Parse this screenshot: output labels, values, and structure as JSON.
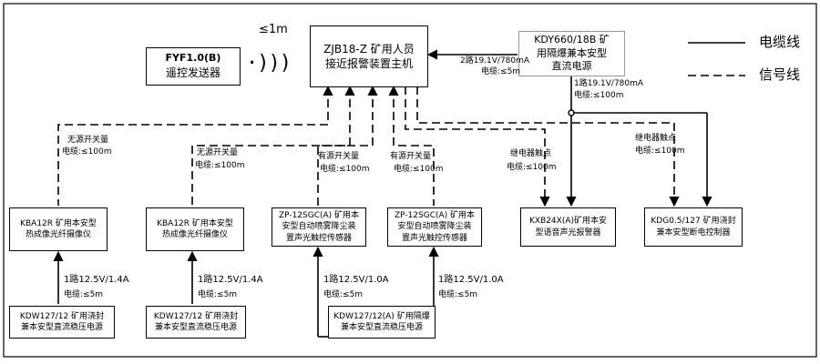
{
  "wireless": {
    "distance": "≤1m",
    "waves_symbol": "·)))"
  },
  "remote": {
    "model": "FYF1.0(B)",
    "name": "遥控发送器"
  },
  "host": {
    "line1": "ZJB18-Z 矿用人员",
    "line2": "接近报警装置主机"
  },
  "power_main": {
    "line1": "KDY660/18B 矿",
    "line2": "用隔爆兼本安型",
    "line3": "直流电源"
  },
  "legend": {
    "cable": "电缆线",
    "signal": "信号线"
  },
  "links": {
    "psu_to_host_1": "2路19.1V/780mA",
    "psu_to_host_2": "电缆:≤5m",
    "psu_down_1": "1路19.1V/780mA",
    "psu_down_2": "电缆:≤100m"
  },
  "signal_labels": [
    {
      "type": "无源开关量",
      "cable": "电缆:≤100m"
    },
    {
      "type": "无源开关量",
      "cable": "电缆:≤100m"
    },
    {
      "type": "有源开关量",
      "cable": "电缆:≤100m"
    },
    {
      "type": "有源开关量",
      "cable": "电缆:≤100m"
    },
    {
      "type": "继电器触点",
      "cable": "电缆:≤100m"
    },
    {
      "type": "继电器触点",
      "cable": "电缆:≤100m"
    }
  ],
  "devices": [
    {
      "line1": "KBA12R 矿用本安型",
      "line2": "热成像光纤摄像仪"
    },
    {
      "line1": "KBA12R 矿用本安型",
      "line2": "热成像光纤摄像仪"
    },
    {
      "line1": "ZP-12SGC(A) 矿用本",
      "line2": "安型自动喷雾降尘装",
      "line3": "置声光触控传感器"
    },
    {
      "line1": "ZP-12SGC(A) 矿用本",
      "line2": "安型自动喷雾降尘装",
      "line3": "置声光触控传感器"
    },
    {
      "line1": "KXB24X(A)矿用本安",
      "line2": "型语音声光报警器"
    },
    {
      "line1": "KDG0.5/127 矿用浇封",
      "line2": "兼本安型断电控制器"
    }
  ],
  "power_labels": [
    {
      "spec": "1路12.5V/1.4A",
      "cable": "电缆:≤5m"
    },
    {
      "spec": "1路12.5V/1.4A",
      "cable": "电缆:≤5m"
    },
    {
      "spec": "1路12.5V/1.0A",
      "cable": "电缆:≤5m"
    },
    {
      "spec": "1路12.5V/1.0A",
      "cable": "电缆:≤5m"
    }
  ],
  "power_supplies": [
    {
      "line1": "KDW127/12 矿用浇封",
      "line2": "兼本安型直流稳压电源"
    },
    {
      "line1": "KDW127/12 矿用浇封",
      "line2": "兼本安型直流稳压电源"
    },
    {
      "line1": "KDW127/12(A) 矿用隔爆",
      "line2": "兼本安型直流稳压电源"
    }
  ]
}
